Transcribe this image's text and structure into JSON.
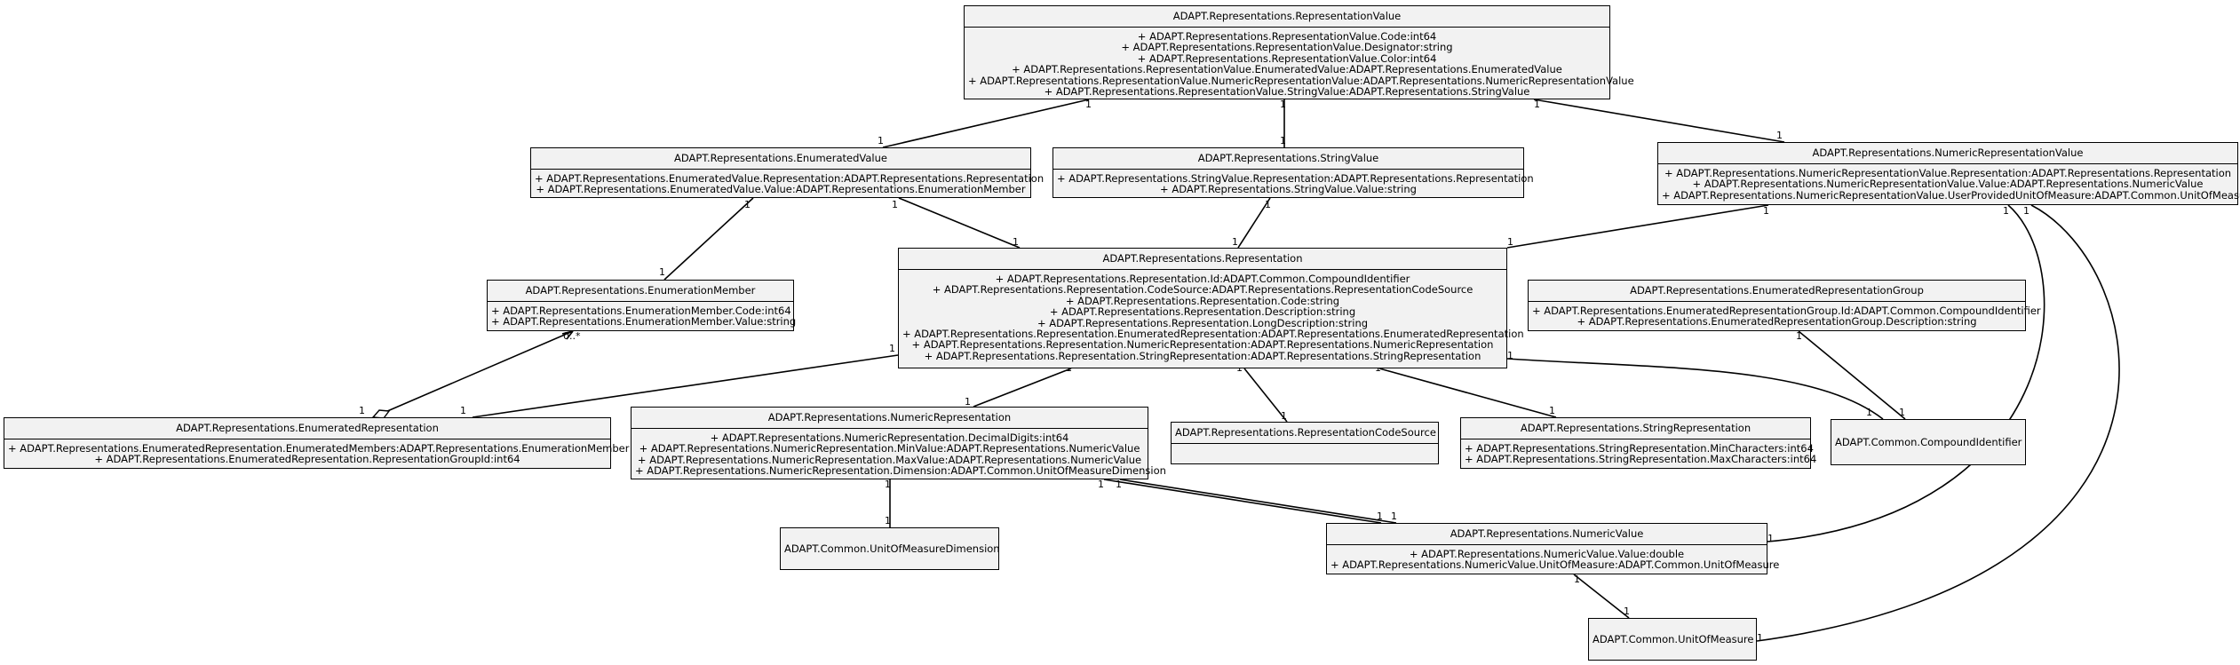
{
  "classes": {
    "representation_value": {
      "name": "ADAPT.Representations.RepresentationValue",
      "attributes": [
        "+ ADAPT.Representations.RepresentationValue.Code:int64",
        "+ ADAPT.Representations.RepresentationValue.Designator:string",
        "+ ADAPT.Representations.RepresentationValue.Color:int64",
        "+ ADAPT.Representations.RepresentationValue.EnumeratedValue:ADAPT.Representations.EnumeratedValue",
        "+ ADAPT.Representations.RepresentationValue.NumericRepresentationValue:ADAPT.Representations.NumericRepresentationValue",
        "+ ADAPT.Representations.RepresentationValue.StringValue:ADAPT.Representations.StringValue"
      ]
    },
    "enumerated_value": {
      "name": "ADAPT.Representations.EnumeratedValue",
      "attributes": [
        "+ ADAPT.Representations.EnumeratedValue.Representation:ADAPT.Representations.Representation",
        "+ ADAPT.Representations.EnumeratedValue.Value:ADAPT.Representations.EnumerationMember"
      ]
    },
    "string_value": {
      "name": "ADAPT.Representations.StringValue",
      "attributes": [
        "+ ADAPT.Representations.StringValue.Representation:ADAPT.Representations.Representation",
        "+ ADAPT.Representations.StringValue.Value:string"
      ]
    },
    "numeric_representation_value": {
      "name": "ADAPT.Representations.NumericRepresentationValue",
      "attributes": [
        "+ ADAPT.Representations.NumericRepresentationValue.Representation:ADAPT.Representations.Representation",
        "+ ADAPT.Representations.NumericRepresentationValue.Value:ADAPT.Representations.NumericValue",
        "+ ADAPT.Representations.NumericRepresentationValue.UserProvidedUnitOfMeasure:ADAPT.Common.UnitOfMeasure"
      ]
    },
    "enumeration_member": {
      "name": "ADAPT.Representations.EnumerationMember",
      "attributes": [
        "+ ADAPT.Representations.EnumerationMember.Code:int64",
        "+ ADAPT.Representations.EnumerationMember.Value:string"
      ]
    },
    "representation": {
      "name": "ADAPT.Representations.Representation",
      "attributes": [
        "+ ADAPT.Representations.Representation.Id:ADAPT.Common.CompoundIdentifier",
        "+ ADAPT.Representations.Representation.CodeSource:ADAPT.Representations.RepresentationCodeSource",
        "+ ADAPT.Representations.Representation.Code:string",
        "+ ADAPT.Representations.Representation.Description:string",
        "+ ADAPT.Representations.Representation.LongDescription:string",
        "+ ADAPT.Representations.Representation.EnumeratedRepresentation:ADAPT.Representations.EnumeratedRepresentation",
        "+ ADAPT.Representations.Representation.NumericRepresentation:ADAPT.Representations.NumericRepresentation",
        "+ ADAPT.Representations.Representation.StringRepresentation:ADAPT.Representations.StringRepresentation"
      ]
    },
    "enumerated_representation_group": {
      "name": "ADAPT.Representations.EnumeratedRepresentationGroup",
      "attributes": [
        "+ ADAPT.Representations.EnumeratedRepresentationGroup.Id:ADAPT.Common.CompoundIdentifier",
        "+ ADAPT.Representations.EnumeratedRepresentationGroup.Description:string"
      ]
    },
    "enumerated_representation": {
      "name": "ADAPT.Representations.EnumeratedRepresentation",
      "attributes": [
        "+ ADAPT.Representations.EnumeratedRepresentation.EnumeratedMembers:ADAPT.Representations.EnumerationMember",
        "+ ADAPT.Representations.EnumeratedRepresentation.RepresentationGroupId:int64"
      ]
    },
    "numeric_representation": {
      "name": "ADAPT.Representations.NumericRepresentation",
      "attributes": [
        "+ ADAPT.Representations.NumericRepresentation.DecimalDigits:int64",
        "+ ADAPT.Representations.NumericRepresentation.MinValue:ADAPT.Representations.NumericValue",
        "+ ADAPT.Representations.NumericRepresentation.MaxValue:ADAPT.Representations.NumericValue",
        "+ ADAPT.Representations.NumericRepresentation.Dimension:ADAPT.Common.UnitOfMeasureDimension"
      ]
    },
    "representation_code_source": {
      "name": "ADAPT.Representations.RepresentationCodeSource",
      "attributes": []
    },
    "string_representation": {
      "name": "ADAPT.Representations.StringRepresentation",
      "attributes": [
        "+ ADAPT.Representations.StringRepresentation.MinCharacters:int64",
        "+ ADAPT.Representations.StringRepresentation.MaxCharacters:int64"
      ]
    },
    "compound_identifier": {
      "name": "ADAPT.Common.CompoundIdentifier"
    },
    "unit_of_measure_dimension": {
      "name": "ADAPT.Common.UnitOfMeasureDimension"
    },
    "numeric_value": {
      "name": "ADAPT.Representations.NumericValue",
      "attributes": [
        "+ ADAPT.Representations.NumericValue.Value:double",
        "+ ADAPT.Representations.NumericValue.UnitOfMeasure:ADAPT.Common.UnitOfMeasure"
      ]
    },
    "unit_of_measure": {
      "name": "ADAPT.Common.UnitOfMeasure"
    }
  },
  "associations": [
    {
      "from": "representation_value",
      "to": "enumerated_value",
      "from_mult": "1",
      "to_mult": "1"
    },
    {
      "from": "representation_value",
      "to": "string_value",
      "from_mult": "1",
      "to_mult": "1"
    },
    {
      "from": "representation_value",
      "to": "numeric_representation_value",
      "from_mult": "1",
      "to_mult": "1"
    },
    {
      "from": "enumerated_value",
      "to": "enumeration_member",
      "from_mult": "1",
      "to_mult": "1"
    },
    {
      "from": "enumerated_value",
      "to": "representation",
      "from_mult": "1",
      "to_mult": "1"
    },
    {
      "from": "string_value",
      "to": "representation",
      "from_mult": "1",
      "to_mult": "1"
    },
    {
      "from": "numeric_representation_value",
      "to": "representation",
      "from_mult": "1",
      "to_mult": "1"
    },
    {
      "from": "numeric_representation_value",
      "to": "numeric_value",
      "from_mult": "1",
      "to_mult": "1"
    },
    {
      "from": "numeric_representation_value",
      "to": "unit_of_measure",
      "from_mult": "1",
      "to_mult": "1"
    },
    {
      "from": "enumerated_representation",
      "to": "enumeration_member",
      "from_mult": "1",
      "to_mult": "0..*",
      "aggregation": true
    },
    {
      "from": "representation",
      "to": "enumerated_representation",
      "from_mult": "1",
      "to_mult": "1"
    },
    {
      "from": "representation",
      "to": "numeric_representation",
      "from_mult": "1",
      "to_mult": "1"
    },
    {
      "from": "representation",
      "to": "representation_code_source",
      "from_mult": "1",
      "to_mult": "1"
    },
    {
      "from": "representation",
      "to": "string_representation",
      "from_mult": "1",
      "to_mult": "1"
    },
    {
      "from": "representation",
      "to": "compound_identifier",
      "from_mult": "1",
      "to_mult": "1"
    },
    {
      "from": "enumerated_representation_group",
      "to": "compound_identifier",
      "from_mult": "1",
      "to_mult": "1"
    },
    {
      "from": "numeric_representation",
      "to": "unit_of_measure_dimension",
      "from_mult": "1",
      "to_mult": "1"
    },
    {
      "from": "numeric_representation",
      "to": "numeric_value",
      "from_mult": "1",
      "to_mult": "1"
    },
    {
      "from": "numeric_representation",
      "to": "numeric_value",
      "from_mult": "1",
      "to_mult": "1"
    },
    {
      "from": "numeric_value",
      "to": "unit_of_measure",
      "from_mult": "1",
      "to_mult": "1"
    }
  ]
}
